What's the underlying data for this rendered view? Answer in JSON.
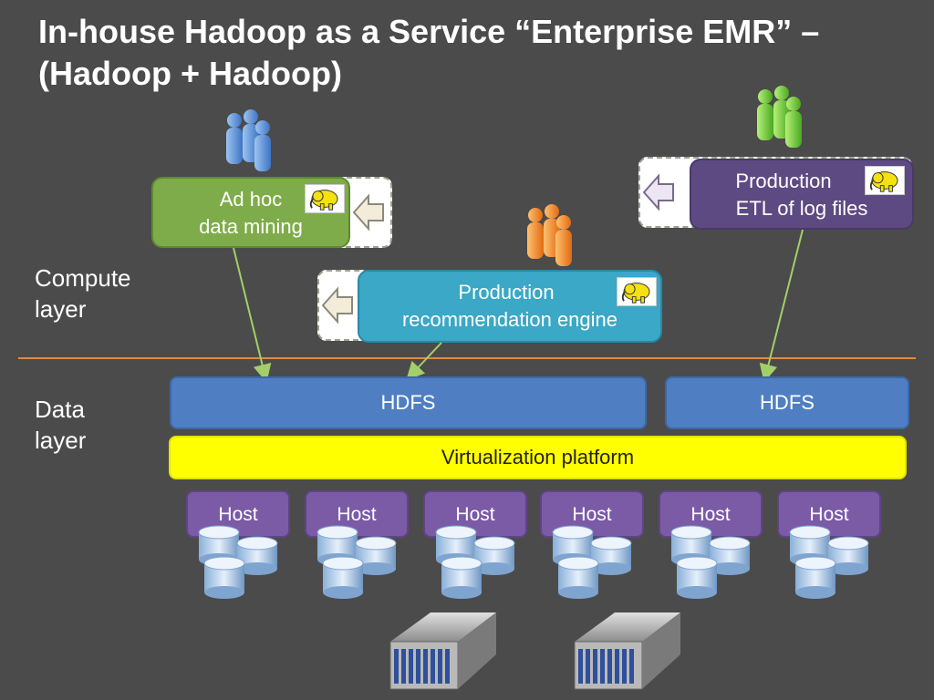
{
  "title_line1": "In-house Hadoop as a Service “Enterprise EMR” –",
  "title_line2": "(Hadoop + Hadoop)",
  "labels": {
    "compute_line1": "Compute",
    "compute_line2": "layer",
    "data_line1": "Data",
    "data_line2": "layer"
  },
  "workloads": {
    "adhoc_line1": "Ad hoc",
    "adhoc_line2": "data mining",
    "reco_line1": "Production",
    "reco_line2": "recommendation engine",
    "etl_line1": "Production",
    "etl_line2": "ETL of log files"
  },
  "hdfs_left": "HDFS",
  "hdfs_right": "HDFS",
  "virtualization": "Virtualization platform",
  "hosts": [
    "Host",
    "Host",
    "Host",
    "Host",
    "Host",
    "Host"
  ],
  "colors": {
    "background": "#4b4b4b",
    "adhoc": "#7fac4a",
    "reco": "#3aa8c6",
    "etl": "#5d4a82",
    "hdfs": "#4f7fc2",
    "virtualization": "#ffff00",
    "host": "#7b5aa6",
    "divider": "#e08a3c"
  },
  "icons": {
    "users_blue": "users-group-icon",
    "users_orange": "users-group-icon",
    "users_green": "users-group-icon",
    "hadoop": "hadoop-elephant-icon",
    "storage": "disk-stack-icon",
    "server": "server-rack-icon"
  }
}
